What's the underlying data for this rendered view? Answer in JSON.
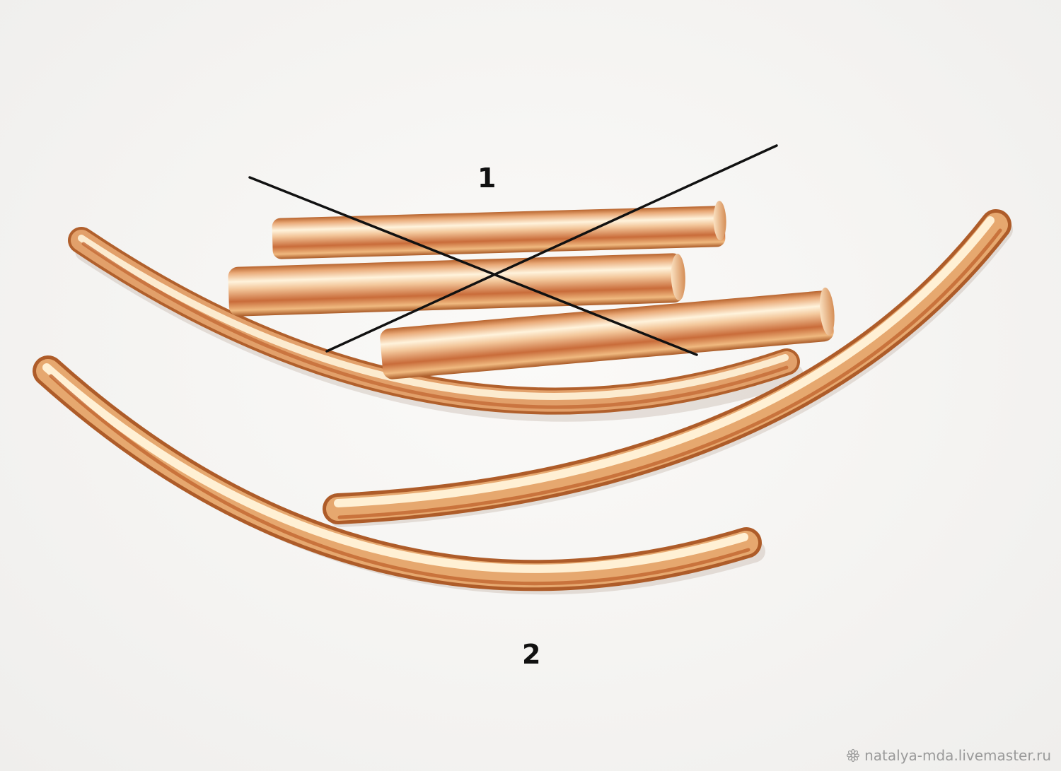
{
  "labels": {
    "top": "1",
    "bottom": "2"
  },
  "watermark": {
    "text": "natalya-mda.livemaster.ru",
    "icon": "flower-icon",
    "color": "#9a9a9a"
  },
  "colors": {
    "tube_edge": "#c9793f",
    "tube_highlight": "#fff2d6",
    "tube_body": "#e6a56a",
    "cross_line": "#111111",
    "background": "#f6f5f3"
  }
}
